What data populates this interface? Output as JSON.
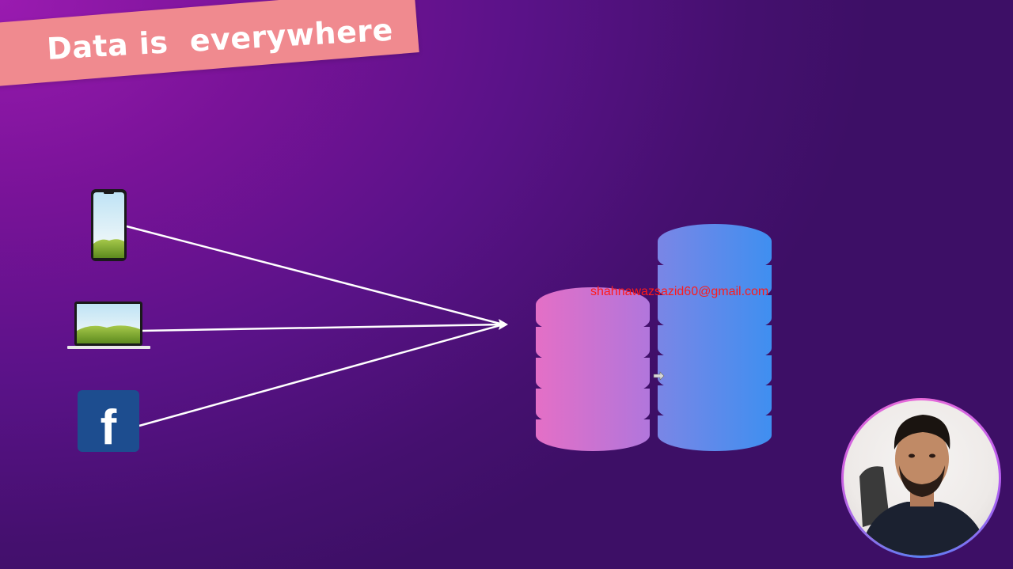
{
  "slide": {
    "title": "Data is  everywhere",
    "watermark": "shahnawazsazid60@gmail.com"
  },
  "sources": [
    {
      "name": "smartphone",
      "icon": "smartphone-icon"
    },
    {
      "name": "laptop",
      "icon": "laptop-icon"
    },
    {
      "name": "facebook",
      "icon": "facebook-icon",
      "glyph": "f"
    }
  ],
  "storage": {
    "icon": "database-icon",
    "stacks": 2
  },
  "colors": {
    "background_start": "#9a1bb0",
    "background_end": "#3d0f66",
    "banner": "#f08a8f",
    "arrow": "#ffffff",
    "db_gradient_start": "#e46fc6",
    "db_gradient_end": "#3f8ff0",
    "facebook": "#1d4d8f",
    "watermark": "#ff1a1a"
  }
}
